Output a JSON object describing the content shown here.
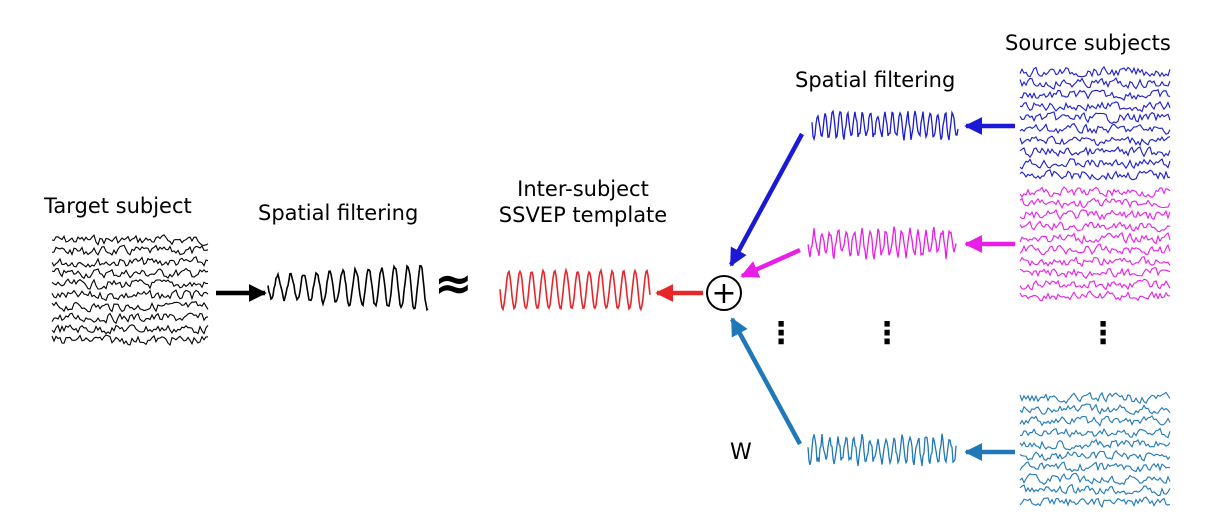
{
  "labels": {
    "target_subject": "Target subject",
    "spatial_filtering_left": "Spatial filtering",
    "inter_subject_line1": "Inter-subject",
    "inter_subject_line2": "SSVEP template",
    "spatial_filtering_right": "Spatial filtering",
    "source_subjects": "Source subjects",
    "weight": "W",
    "approx_symbol": "≈",
    "sum_symbol": "+",
    "ellipsis": "⋮"
  },
  "colors": {
    "target": "#000000",
    "template": "#e8262a",
    "source_1": "#1a1ad6",
    "source_2": "#e81ee8",
    "source_3": "#1f78b8"
  }
}
